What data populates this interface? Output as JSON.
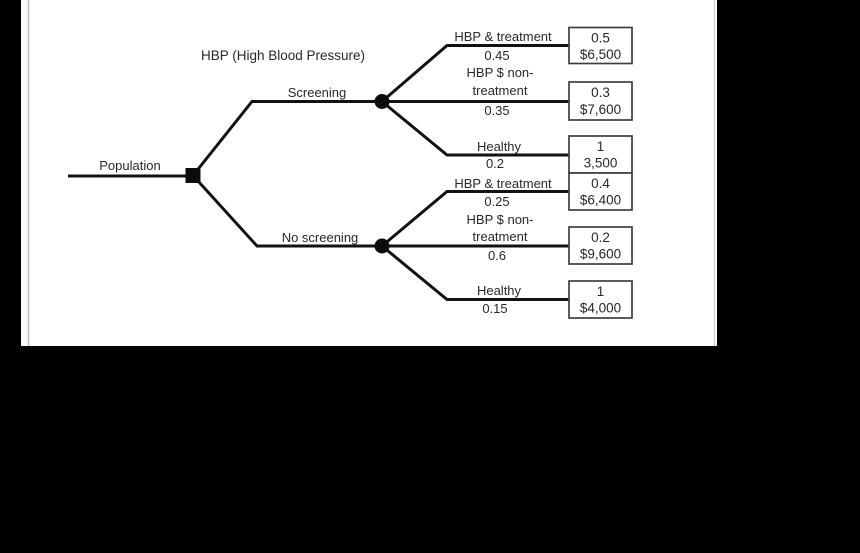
{
  "colors": {
    "background": "#000000",
    "panel": "#ffffff",
    "tree_line": "#121212",
    "text": "#27272f",
    "box_border": "#3f3f3f",
    "panel_edge_line": "#c0c0c0"
  },
  "diagram": {
    "title": "HBP (High Blood Pressure)",
    "root": {
      "label": "Population",
      "node_type": "decision-square"
    },
    "options": [
      {
        "label": "Screening",
        "node_type": "chance-circle",
        "outcomes": [
          {
            "name_line1": "HBP & treatment",
            "name_line2": "",
            "probability": "0.45",
            "value_top": "0.5",
            "value_bottom": "$6,500"
          },
          {
            "name_line1": "HBP $ non-",
            "name_line2": "treatment",
            "probability": "0.35",
            "value_top": "0.3",
            "value_bottom": "$7,600"
          },
          {
            "name_line1": "Healthy",
            "name_line2": "",
            "probability": "0.2",
            "value_top": "1",
            "value_bottom": "3,500"
          }
        ]
      },
      {
        "label": "No screening",
        "node_type": "chance-circle",
        "outcomes": [
          {
            "name_line1": "HBP & treatment",
            "name_line2": "",
            "probability": "0.25",
            "value_top": "0.4",
            "value_bottom": "$6,400"
          },
          {
            "name_line1": "HBP $ non-",
            "name_line2": "treatment",
            "probability": "0.6",
            "value_top": "0.2",
            "value_bottom": "$9,600"
          },
          {
            "name_line1": "Healthy",
            "name_line2": "",
            "probability": "0.15",
            "value_top": "1",
            "value_bottom": "$4,000"
          }
        ]
      }
    ]
  }
}
